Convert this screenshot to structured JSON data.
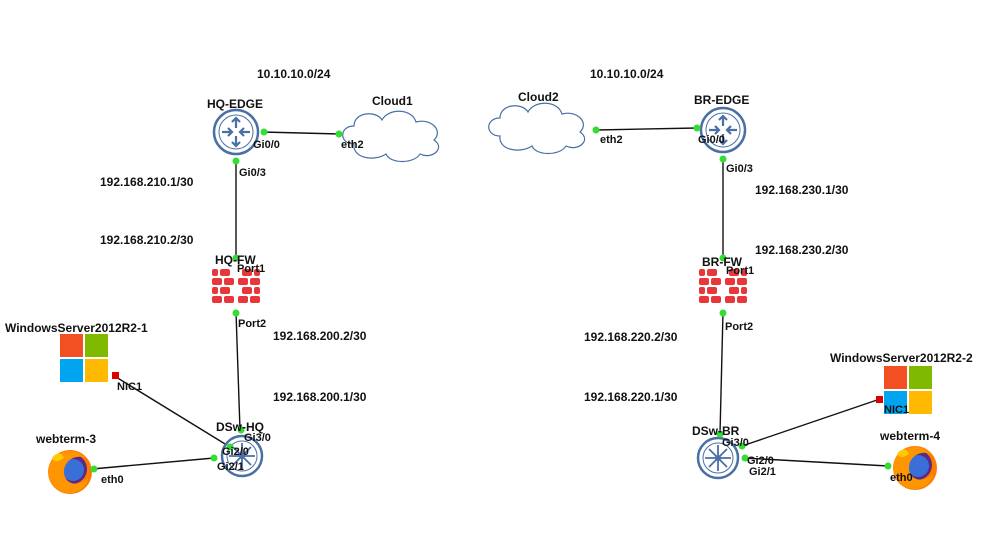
{
  "networks": {
    "hq_wan": "10.10.10.0/24",
    "br_wan": "10.10.10.0/24",
    "hq_edge_fw_a": "192.168.210.1/30",
    "hq_edge_fw_b": "192.168.210.2/30",
    "hq_fw_dsw_a": "192.168.200.2/30",
    "hq_fw_dsw_b": "192.168.200.1/30",
    "br_edge_fw_a": "192.168.230.1/30",
    "br_edge_fw_b": "192.168.230.2/30",
    "br_fw_dsw_a": "192.168.220.2/30",
    "br_fw_dsw_b": "192.168.220.1/30"
  },
  "nodes": {
    "hq_edge": "HQ-EDGE",
    "br_edge": "BR-EDGE",
    "cloud1": "Cloud1",
    "cloud2": "Cloud2",
    "hq_fw": "HQ-FW",
    "br_fw": "BR-FW",
    "dsw_hq": "DSw-HQ",
    "dsw_br": "DSw-BR",
    "win_hq": "WindowsServer2012R2-1",
    "win_br": "WindowsServer2012R2-2",
    "webterm_hq": "webterm-3",
    "webterm_br": "webterm-4"
  },
  "ports": {
    "hq_edge_gi00": "Gi0/0",
    "hq_cloud_eth2": "eth2",
    "hq_edge_gi03": "Gi0/3",
    "hq_fw_port1": "Port1",
    "hq_fw_port2": "Port2",
    "hq_win_nic1": "NIC1",
    "hq_dsw_gi30": "Gi3/0",
    "hq_dsw_gi20": "Gi2/0",
    "hq_dsw_gi21": "Gi2/1",
    "hq_webterm_eth0": "eth0",
    "br_cloud_eth2": "eth2",
    "br_edge_gi00": "Gi0/0",
    "br_edge_gi03": "Gi0/3",
    "br_fw_port1": "Port1",
    "br_fw_port2": "Port2",
    "br_win_nic1": "NIC1",
    "br_dsw_gi30": "Gi3/0",
    "br_dsw_gi20": "Gi2/0",
    "br_dsw_gi21": "Gi2/1",
    "br_webterm_eth0": "eth0"
  },
  "colors": {
    "router": "#4a6fa5",
    "firewall": "#e8373a",
    "link_dot": "#33dd33",
    "nic_dot": "#dd0000",
    "ms_red": "#f25022",
    "ms_green": "#7fba00",
    "ms_blue": "#00a4ef",
    "ms_yellow": "#ffb900"
  },
  "icons": {
    "router": "router-icon",
    "switch": "multilayer-switch-icon",
    "firewall": "firewall-icon",
    "cloud": "cloud-icon",
    "server": "windows-logo-icon",
    "browser": "firefox-icon"
  }
}
